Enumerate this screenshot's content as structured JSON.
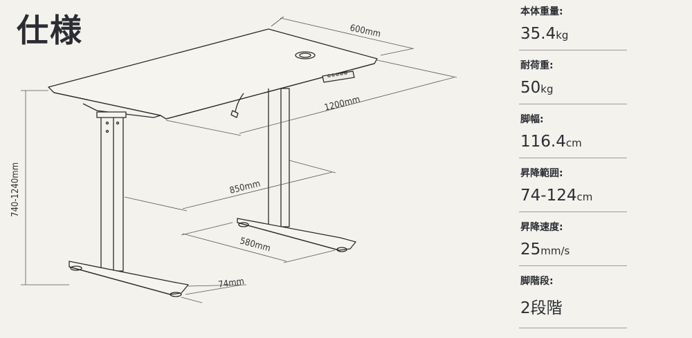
{
  "title": "仕様",
  "dimensions": {
    "width": "1200mm",
    "depth": "600mm",
    "height": "740-1240mm",
    "inner_width": "850mm",
    "foot_length": "580mm",
    "foot_width": "74mm"
  },
  "specs": [
    {
      "label": "本体重量:",
      "value": "35.4",
      "unit": "kg"
    },
    {
      "label": "耐荷重:",
      "value": "50",
      "unit": "kg"
    },
    {
      "label": "脚幅:",
      "value": "116.4",
      "unit": "cm"
    },
    {
      "label": "昇降範囲:",
      "value": "74-124",
      "unit": "cm"
    },
    {
      "label": "昇降速度:",
      "value": "25",
      "unit": "mm/s"
    },
    {
      "label": "脚階段:",
      "value": "2段階",
      "unit": ""
    }
  ]
}
